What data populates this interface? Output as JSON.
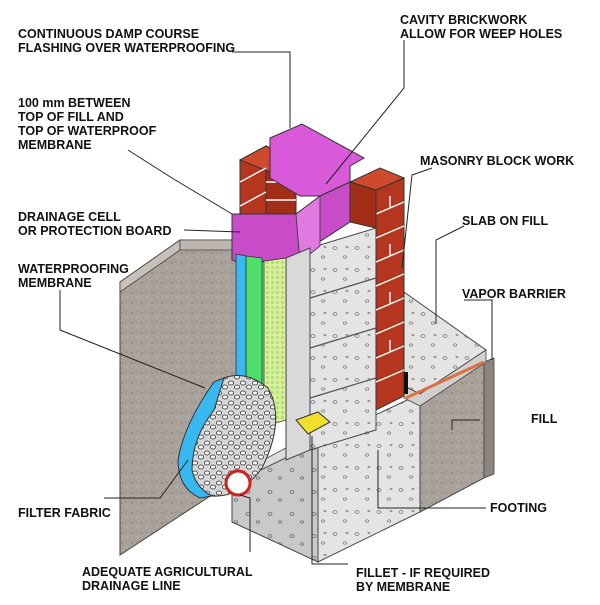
{
  "labels": {
    "damp_course": [
      "CONTINUOUS DAMP COURSE",
      "FLASHING OVER WATERPROOFING"
    ],
    "gap": [
      "100 mm BETWEEN",
      "TOP OF FILL AND",
      "TOP OF WATERPROOF",
      "MEMBRANE"
    ],
    "drainage_cell": [
      "DRAINAGE CELL",
      "OR PROTECTION BOARD"
    ],
    "waterproofing": [
      "WATERPROOFING",
      "MEMBRANE"
    ],
    "filter_fabric": [
      "FILTER FABRIC"
    ],
    "ag_drain": [
      "ADEQUATE AGRICULTURAL",
      "DRAINAGE LINE"
    ],
    "cavity": [
      "CAVITY BRICKWORK",
      "ALLOW FOR WEEP HOLES"
    ],
    "masonry": [
      "MASONRY BLOCK WORK"
    ],
    "slab": [
      "SLAB ON FILL"
    ],
    "vapor": [
      "VAPOR BARRIER"
    ],
    "fill": [
      "FILL"
    ],
    "footing": [
      "FOOTING"
    ],
    "fillet": [
      "FILLET - IF REQUIRED",
      "BY MEMBRANE"
    ]
  },
  "colors": {
    "flashing": "#d85ad8",
    "brick": "#b5361f",
    "membrane": "#38b8f0",
    "drainage_cell": "#5cf07a",
    "fillet": "#f0e02a",
    "vapor_barrier": "#e07040",
    "concrete": "#e2e2e2",
    "soil": "#a9a29a"
  }
}
